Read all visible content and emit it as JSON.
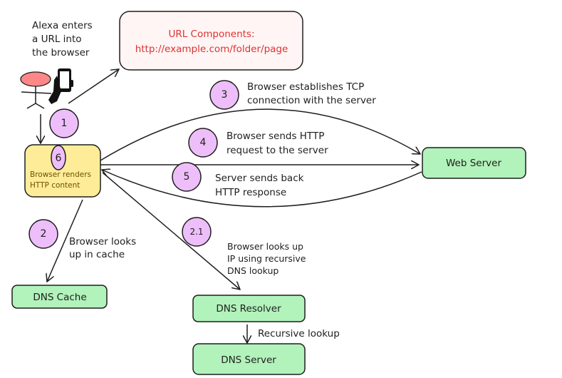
{
  "colors": {
    "url_box_fill": "#fff5f5",
    "url_text": "#e03131",
    "browser_box_fill": "#ffec99",
    "browser_text": "#6b5200",
    "server_box_fill": "#b2f2bb",
    "step_circle_fill": "#eebefa",
    "person_head": "#ff8787"
  },
  "actor": {
    "icon": "person-with-phone-icon",
    "caption": [
      "Alexa enters",
      "a URL into",
      "the browser"
    ]
  },
  "url_box": {
    "title": "URL Components:",
    "url": "http://example.com/folder/page"
  },
  "browser": {
    "step": "6",
    "label": [
      "Browser renders",
      "HTTP content"
    ]
  },
  "nodes": {
    "web_server": "Web Server",
    "dns_cache": "DNS Cache",
    "dns_resolver": "DNS Resolver",
    "dns_server": "DNS Server"
  },
  "steps": [
    {
      "num": "1",
      "text": []
    },
    {
      "num": "2",
      "text": [
        "Browser looks",
        "up in cache"
      ]
    },
    {
      "num": "2.1",
      "text": [
        "Browser looks up",
        "IP using recursive",
        "DNS lookup"
      ]
    },
    {
      "num": "3",
      "text": [
        "Browser establishes TCP",
        "connection with the server"
      ]
    },
    {
      "num": "4",
      "text": [
        "Browser sends HTTP",
        "request to the server"
      ]
    },
    {
      "num": "5",
      "text": [
        "Server sends back",
        "HTTP response"
      ]
    }
  ],
  "recursive_label": "Recursive lookup"
}
